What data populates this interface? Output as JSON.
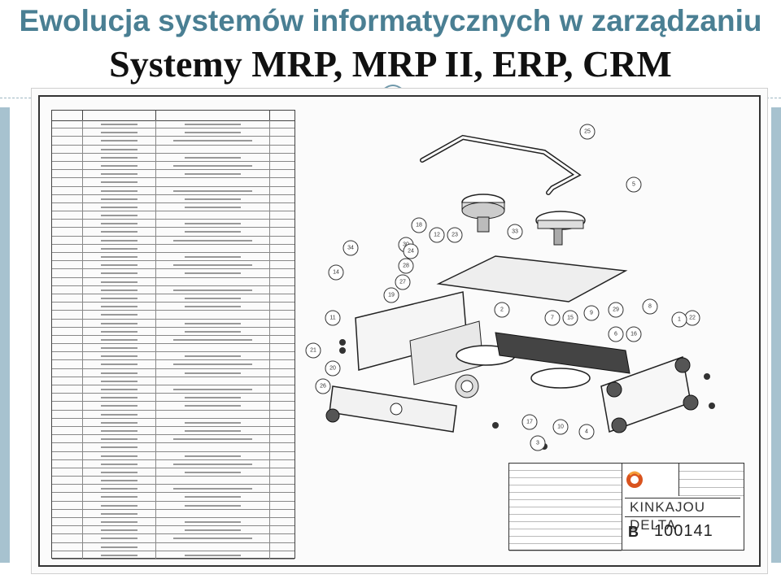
{
  "slide": {
    "title": "Ewolucja systemów informatycznych w zarządzaniu",
    "subtitle": "Systemy MRP, MRP II, ERP, CRM",
    "title_color": "#4a7f93",
    "accent_bar_color": "#a7c2cf"
  },
  "drawing": {
    "title_block": {
      "product_name": "KINKAJOU DELTA",
      "revision": "B",
      "drawing_number": "100141"
    },
    "balloons": [
      "25",
      "5",
      "33",
      "18",
      "12",
      "23",
      "34",
      "28",
      "30",
      "27",
      "24",
      "19",
      "14",
      "11",
      "22",
      "21",
      "2",
      "7",
      "15",
      "9",
      "29",
      "8",
      "1",
      "6",
      "16",
      "20",
      "26",
      "17",
      "3",
      "10",
      "4"
    ]
  }
}
